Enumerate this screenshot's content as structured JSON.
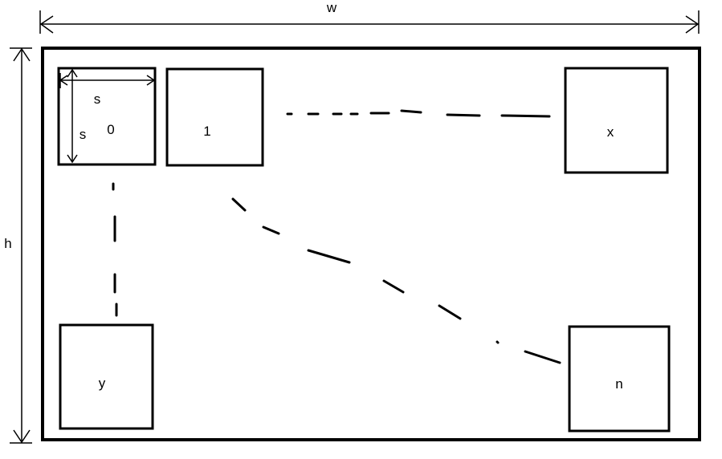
{
  "colors": {
    "stroke": "#000000",
    "background": "#ffffff"
  },
  "labels": {
    "width": "w",
    "height": "h",
    "side_horizontal": "s",
    "side_vertical": "s"
  },
  "boxes": {
    "box_0": "0",
    "box_1": "1",
    "box_x": "x",
    "box_y": "y",
    "box_n": "n"
  }
}
